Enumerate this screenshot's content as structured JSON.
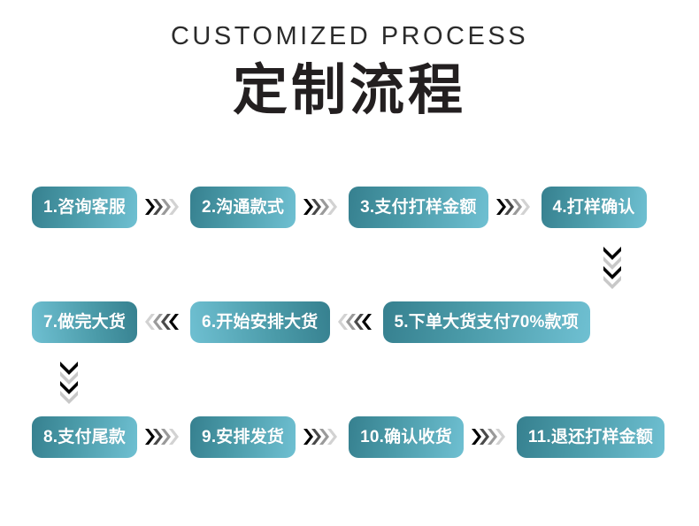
{
  "header": {
    "title_en": "CUSTOMIZED PROCESS",
    "title_cn": "定制流程"
  },
  "colors": {
    "gradient_dark": "#36808f",
    "gradient_mid": "#4a9aa8",
    "gradient_light": "#6fc0d2",
    "text_on_box": "#ffffff",
    "title_color": "#231f20",
    "chevron_dark": "#000000",
    "chevron_mid": "#6e6e6e",
    "chevron_light": "#bdbdbd",
    "chevron_faint": "#dcdcdc",
    "background": "#ffffff"
  },
  "chart_data": {
    "type": "diagram",
    "title": "定制流程",
    "subtitle": "CUSTOMIZED PROCESS",
    "flow_direction": "serpentine (row1 left-to-right, row2 right-to-left, row3 left-to-right)",
    "steps": [
      {
        "index": 1,
        "label": "1.咨询客服",
        "row": 1,
        "order_in_row": 1
      },
      {
        "index": 2,
        "label": "2.沟通款式",
        "row": 1,
        "order_in_row": 2
      },
      {
        "index": 3,
        "label": "3.支付打样金额",
        "row": 1,
        "order_in_row": 3
      },
      {
        "index": 4,
        "label": "4.打样确认",
        "row": 1,
        "order_in_row": 4
      },
      {
        "index": 5,
        "label": "5.下单大货支付70%款项",
        "row": 2,
        "order_in_row": 3
      },
      {
        "index": 6,
        "label": "6.开始安排大货",
        "row": 2,
        "order_in_row": 2
      },
      {
        "index": 7,
        "label": "7.做完大货",
        "row": 2,
        "order_in_row": 1
      },
      {
        "index": 8,
        "label": "8.支付尾款",
        "row": 3,
        "order_in_row": 1
      },
      {
        "index": 9,
        "label": "9.安排发货",
        "row": 3,
        "order_in_row": 2
      },
      {
        "index": 10,
        "label": "10.确认收货",
        "row": 3,
        "order_in_row": 3
      },
      {
        "index": 11,
        "label": "11.退还打样金额",
        "row": 3,
        "order_in_row": 4
      }
    ],
    "connectors": [
      {
        "from": 1,
        "to": 2,
        "direction": "right",
        "glyph": "chevrons-right"
      },
      {
        "from": 2,
        "to": 3,
        "direction": "right",
        "glyph": "chevrons-right"
      },
      {
        "from": 3,
        "to": 4,
        "direction": "right",
        "glyph": "chevrons-right"
      },
      {
        "from": 4,
        "to": 5,
        "direction": "down",
        "glyph": "chevrons-down"
      },
      {
        "from": 5,
        "to": 6,
        "direction": "left",
        "glyph": "chevrons-left"
      },
      {
        "from": 6,
        "to": 7,
        "direction": "left",
        "glyph": "chevrons-left"
      },
      {
        "from": 7,
        "to": 8,
        "direction": "down",
        "glyph": "chevrons-down"
      },
      {
        "from": 8,
        "to": 9,
        "direction": "right",
        "glyph": "chevrons-right"
      },
      {
        "from": 9,
        "to": 10,
        "direction": "right",
        "glyph": "chevrons-right"
      },
      {
        "from": 10,
        "to": 11,
        "direction": "right",
        "glyph": "chevrons-right"
      }
    ]
  }
}
